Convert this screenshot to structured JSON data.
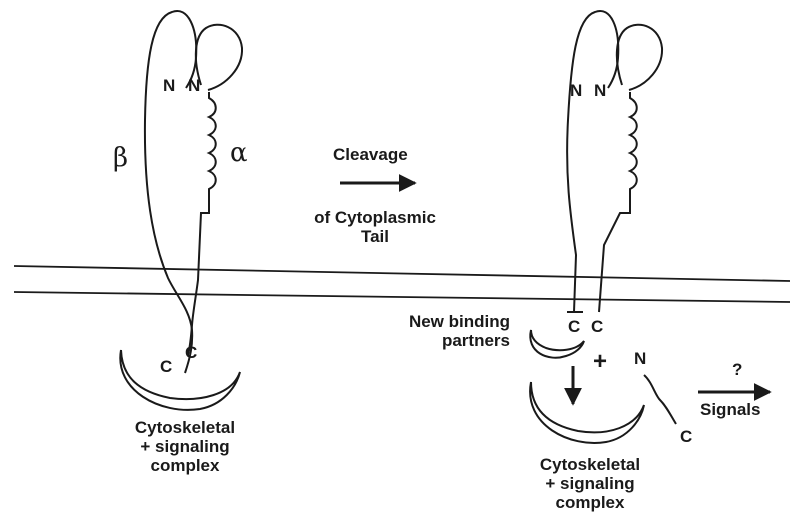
{
  "left": {
    "beta": "β",
    "alpha": "α",
    "n_beta": "N",
    "n_alpha": "N",
    "c_beta": "C",
    "c_alpha": "C",
    "complex_lines": [
      "Cytoskeletal",
      "+ signaling",
      "complex"
    ]
  },
  "middle": {
    "cleavage": "Cleavage",
    "cytoplasmic_lines": [
      "of Cytoplasmic",
      "Tail"
    ],
    "partners_lines": [
      "New binding",
      "partners"
    ]
  },
  "right": {
    "n_beta": "N",
    "n_alpha": "N",
    "c_beta": "C",
    "c_alpha": "C",
    "plus": "+",
    "tail_n": "N",
    "tail_c": "C",
    "question": "?",
    "signals": "Signals",
    "complex_lines": [
      "Cytoskeletal",
      "+ signaling",
      "complex"
    ]
  }
}
